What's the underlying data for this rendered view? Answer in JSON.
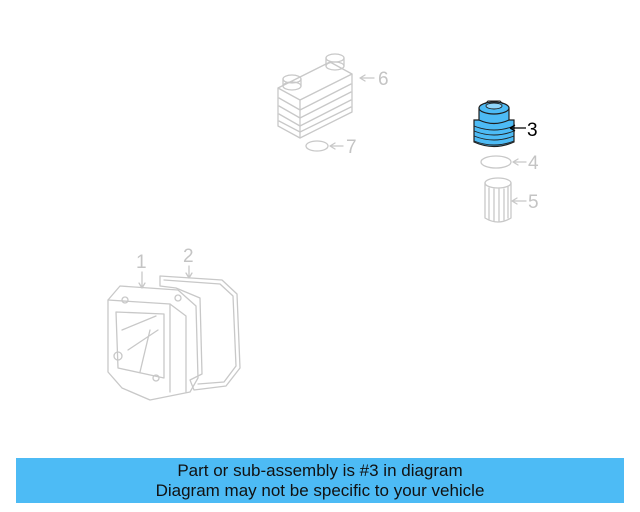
{
  "callouts": {
    "c1": "1",
    "c2": "2",
    "c3": "3",
    "c4": "4",
    "c5": "5",
    "c6": "6",
    "c7": "7"
  },
  "highlighted_part": "3",
  "highlight_color": "#4dbbf5",
  "banner": {
    "line1": "Part or sub-assembly is #3 in diagram",
    "line2": "Diagram may not be specific to your vehicle"
  }
}
